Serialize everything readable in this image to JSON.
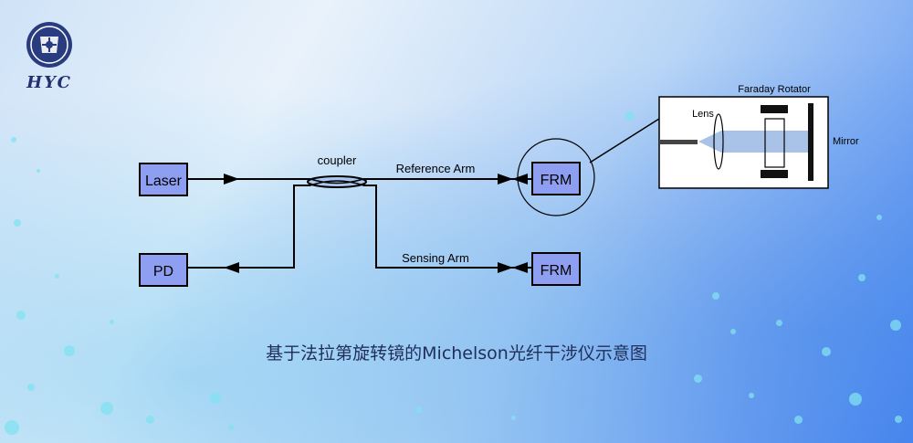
{
  "logo": {
    "text": "HYC"
  },
  "diagram": {
    "laser_label": "Laser",
    "pd_label": "PD",
    "coupler_label": "coupler",
    "reference_arm_label": "Reference Arm",
    "sensing_arm_label": "Sensing Arm",
    "frm_top_label": "FRM",
    "frm_bottom_label": "FRM",
    "inset": {
      "faraday_label": "Faraday Rotator",
      "lens_label": "Lens",
      "mirror_label": "Mirror"
    },
    "box_fill": "#8e9ef0",
    "line_color": "#000000"
  },
  "caption": "基于法拉第旋转镜的Michelson光纤干涉仪示意图"
}
